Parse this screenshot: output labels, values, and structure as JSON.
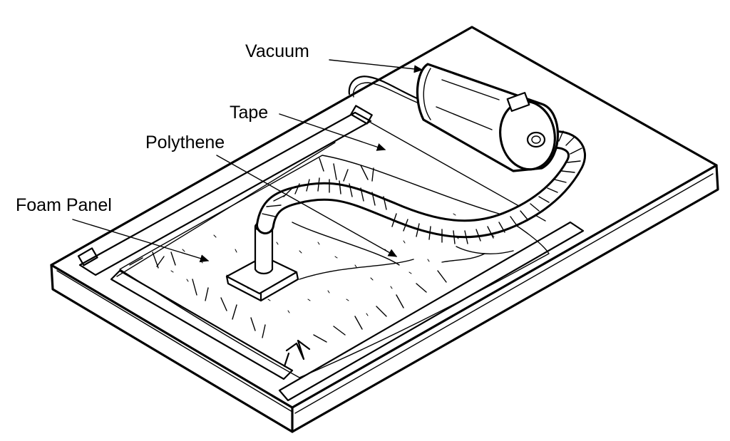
{
  "labels": {
    "vacuum": "Vacuum",
    "tape": "Tape",
    "polythene": "Polythene",
    "foam_panel": "Foam Panel"
  },
  "colors": {
    "ink": "#000000",
    "paper": "#ffffff"
  }
}
